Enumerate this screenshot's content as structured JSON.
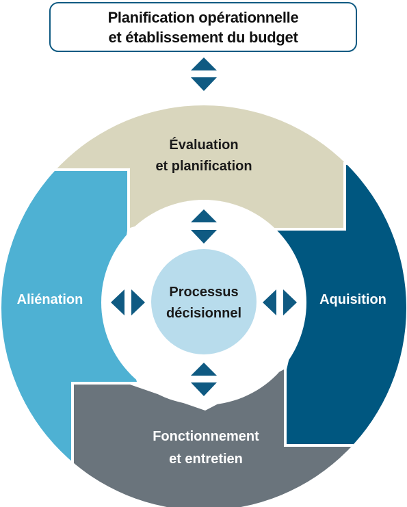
{
  "top_box": {
    "line1": "Planification opérationnelle",
    "line2": "et établissement du budget"
  },
  "segments": {
    "top": {
      "line1": "Évaluation",
      "line2": "et planification",
      "color": "#d9d6bd"
    },
    "right": {
      "label": "Aquisition",
      "color": "#005780"
    },
    "bottom": {
      "line1": "Fonctionnement",
      "line2": "et entretien",
      "color": "#6a747c"
    },
    "left": {
      "label": "Aliénation",
      "color": "#4eb1d3"
    }
  },
  "center": {
    "line1": "Processus",
    "line2": "décisionnel",
    "color": "#b8dcec"
  },
  "arrow_color": "#0f5a82",
  "arrow_icons": [
    "up-down-arrows-icon",
    "left-right-arrows-icon"
  ]
}
